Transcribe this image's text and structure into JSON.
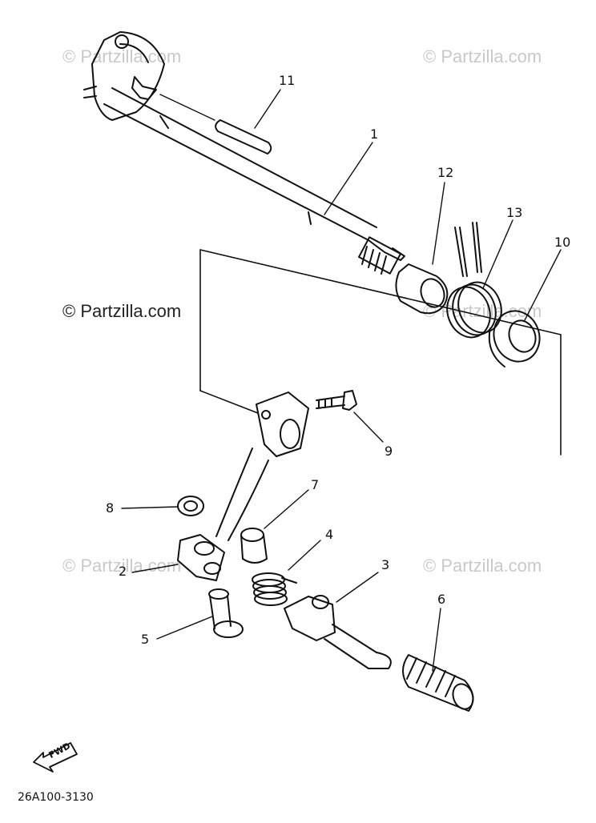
{
  "watermark": {
    "text": "© Partzilla.com"
  },
  "callouts": {
    "c1": "1",
    "c2": "2",
    "c3": "3",
    "c4": "4",
    "c5": "5",
    "c6": "6",
    "c7": "7",
    "c8": "8",
    "c9": "9",
    "c10": "10",
    "c11": "11",
    "c12": "12",
    "c13": "13"
  },
  "diagram_code": "26A100-3130",
  "fwd_label": "FWD"
}
